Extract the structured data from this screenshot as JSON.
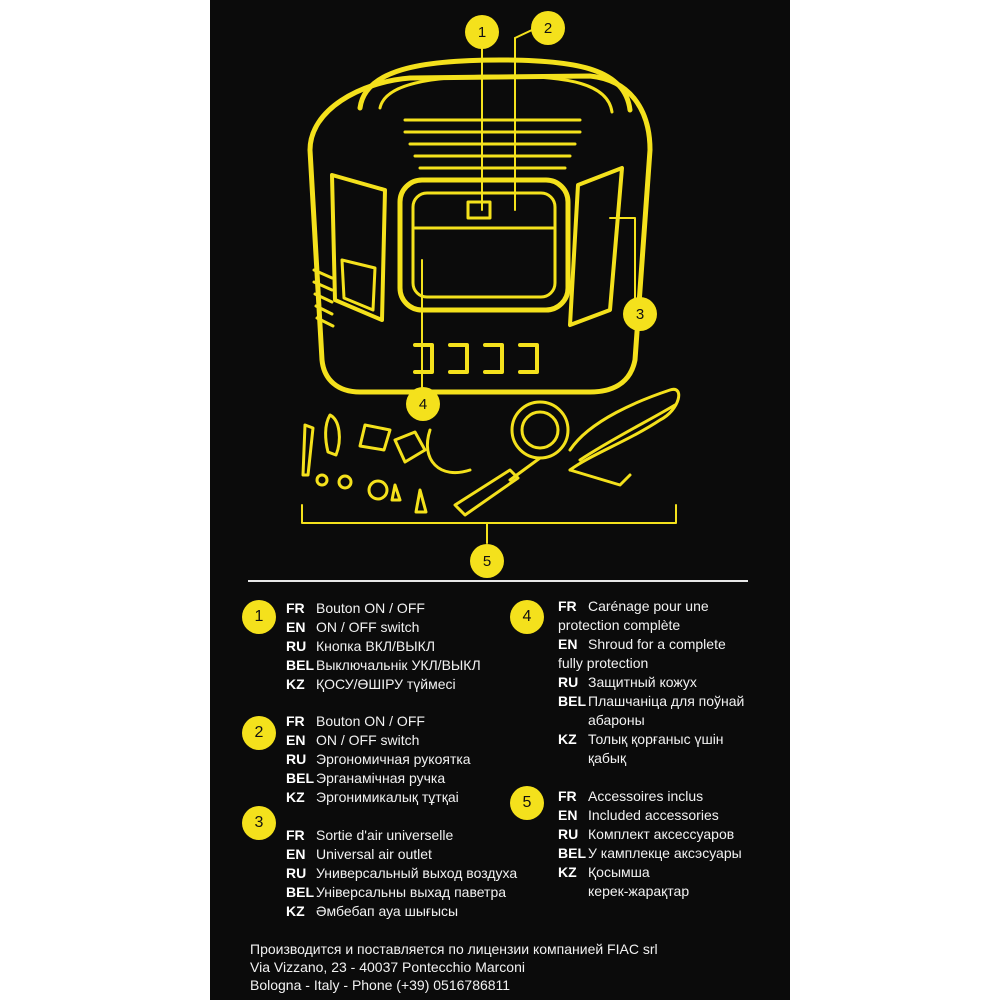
{
  "colors": {
    "accent": "#f4e11c",
    "panel": "#0b0b0b",
    "text": "#f2f2f2",
    "page": "#ffffff"
  },
  "callouts": [
    "1",
    "2",
    "3",
    "4",
    "5"
  ],
  "legend": [
    {
      "number": "1",
      "lines": [
        {
          "lang": "FR",
          "text": "Bouton ON / OFF"
        },
        {
          "lang": "EN",
          "text": "ON / OFF switch"
        },
        {
          "lang": "RU",
          "text": "Кнопка ВКЛ/ВЫКЛ"
        },
        {
          "lang": "BEL",
          "text": "Выключальнік УКЛ/ВЫКЛ"
        },
        {
          "lang": "KZ",
          "text": "ҚОСУ/ӨШІРУ түймесі"
        }
      ]
    },
    {
      "number": "2",
      "lines": [
        {
          "lang": "FR",
          "text": "Bouton ON / OFF"
        },
        {
          "lang": "EN",
          "text": "ON / OFF switch"
        },
        {
          "lang": "RU",
          "text": "Эргономичная рукоятка"
        },
        {
          "lang": "BEL",
          "text": "Эрганамічная ручка"
        },
        {
          "lang": "KZ",
          "text": "Эргонимикалық тұтқаі"
        }
      ]
    },
    {
      "number": "3",
      "lines": [
        {
          "lang": "FR",
          "text": "Sortie d'air universelle"
        },
        {
          "lang": "EN",
          "text": "Universal air outlet"
        },
        {
          "lang": "RU",
          "text": "Универсальный выход воздуха"
        },
        {
          "lang": "BEL",
          "text": "Універсальны выхад паветра"
        },
        {
          "lang": "KZ",
          "text": "Әмбебап ауа шығысы"
        }
      ]
    },
    {
      "number": "4",
      "lines": [
        {
          "lang": "FR",
          "text": "Carénage pour une"
        },
        {
          "lang": "",
          "text": "protection complète"
        },
        {
          "lang": "EN",
          "text": "Shroud for a complete"
        },
        {
          "lang": "",
          "text": "fully protection"
        },
        {
          "lang": "RU",
          "text": "Защитный кожух"
        },
        {
          "lang": "BEL",
          "text": "Плашчаніца для поўнай"
        },
        {
          "lang": "",
          "text": "абароны",
          "indent": true
        },
        {
          "lang": "KZ",
          "text": "Толық қорғаныс үшін"
        },
        {
          "lang": "",
          "text": "қабық",
          "indent": true
        }
      ]
    },
    {
      "number": "5",
      "lines": [
        {
          "lang": "FR",
          "text": "Accessoires inclus"
        },
        {
          "lang": "EN",
          "text": "Included accessories"
        },
        {
          "lang": "RU",
          "text": "Комплект аксессуаров"
        },
        {
          "lang": "BEL",
          "text": "У камплекце аксэсуары"
        },
        {
          "lang": "KZ",
          "text": "Қосымша"
        },
        {
          "lang": "",
          "text": "керек-жарақтар",
          "indent": true
        }
      ]
    }
  ],
  "footer": {
    "line1": "Производится и поставляется по лицензии компанией FIAC srl",
    "line2": "Via Vizzano, 23 - 40037 Pontecchio Marconi",
    "line3": "Bologna - Italy - Phone (+39) 0516786811"
  }
}
